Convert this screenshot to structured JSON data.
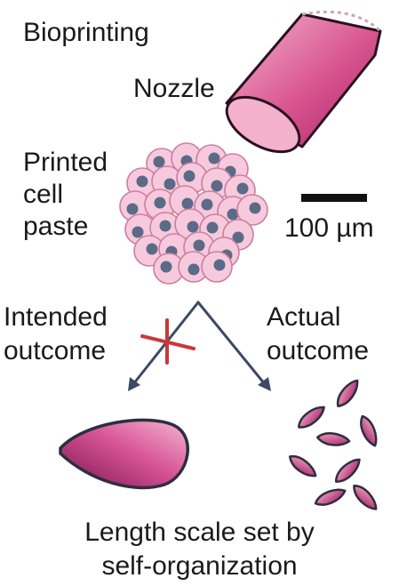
{
  "title": "Bioprinting",
  "nozzle_label": "Nozzle",
  "printed_label": [
    "Printed",
    "cell",
    "paste"
  ],
  "scale_bar_label": "100 µm",
  "intended_label": [
    "Intended",
    "outcome"
  ],
  "actual_label": [
    "Actual",
    "outcome"
  ],
  "caption": [
    "Length scale set by",
    "self-organization"
  ],
  "colors": {
    "magenta_dark": "#9c1f5a",
    "magenta_light": "#f2a9c8",
    "cell_fill": "#f7c9dc",
    "nucleus": "#5b6a86",
    "arrow": "#3c4a63",
    "cross": "#c8383a"
  }
}
